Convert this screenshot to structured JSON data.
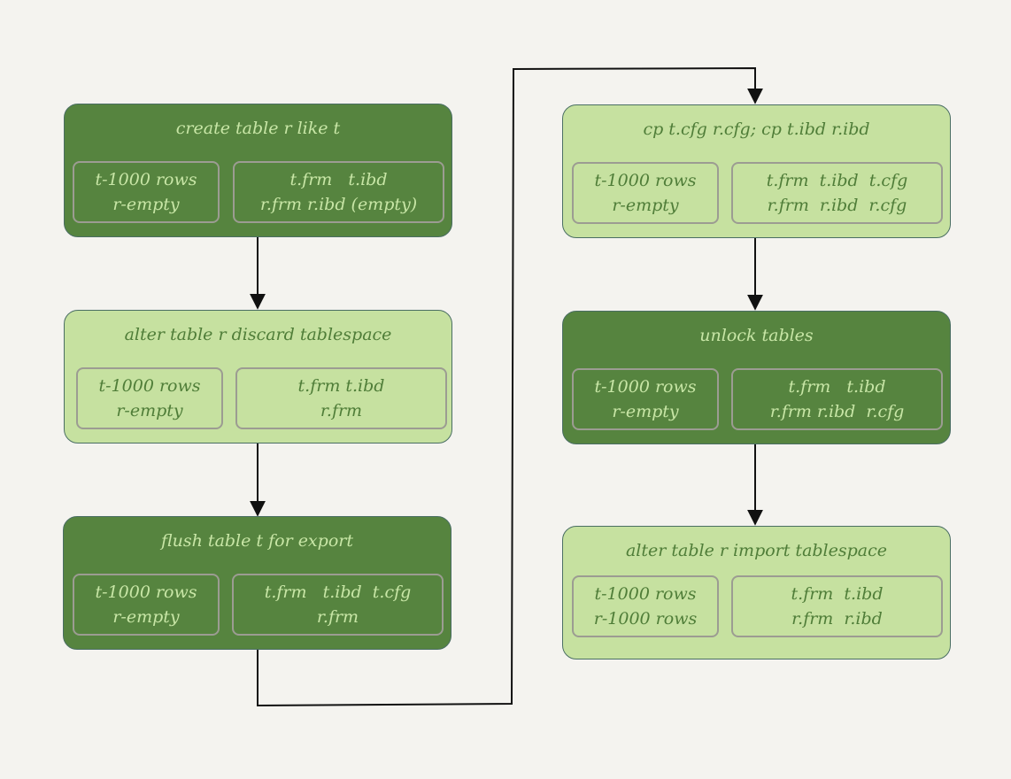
{
  "colors": {
    "background": "#f4f3ef",
    "dark_fill": "#56843f",
    "dark_text": "#c8e6a6",
    "light_fill": "#c6e1a0",
    "light_text": "#4f7d38",
    "box_border": "#9c9c92",
    "arrow": "#111111"
  },
  "steps": [
    {
      "title": "create table r like t",
      "style": "dark",
      "left": [
        "t-1000 rows",
        "r-empty"
      ],
      "right": [
        "t.frm   t.ibd",
        "r.frm r.ibd (empty)"
      ]
    },
    {
      "title": "alter table r discard tablespace",
      "style": "light",
      "left": [
        "t-1000 rows",
        "r-empty"
      ],
      "right": [
        "t.frm t.ibd",
        "r.frm"
      ]
    },
    {
      "title": "flush table t for export",
      "style": "dark",
      "left": [
        "t-1000 rows",
        "r-empty"
      ],
      "right": [
        "t.frm   t.ibd  t.cfg",
        "r.frm"
      ]
    },
    {
      "title": "cp t.cfg r.cfg; cp t.ibd r.ibd",
      "style": "light",
      "left": [
        "t-1000 rows",
        "r-empty"
      ],
      "right": [
        "t.frm  t.ibd  t.cfg",
        "r.frm  r.ibd  r.cfg"
      ]
    },
    {
      "title": "unlock tables",
      "style": "dark",
      "left": [
        "t-1000 rows",
        "r-empty"
      ],
      "right": [
        "t.frm   t.ibd",
        "r.frm r.ibd  r.cfg"
      ]
    },
    {
      "title": "alter table r import tablespace",
      "style": "light",
      "left": [
        "t-1000 rows",
        "r-1000 rows"
      ],
      "right": [
        "t.frm  t.ibd",
        "r.frm  r.ibd"
      ]
    }
  ]
}
